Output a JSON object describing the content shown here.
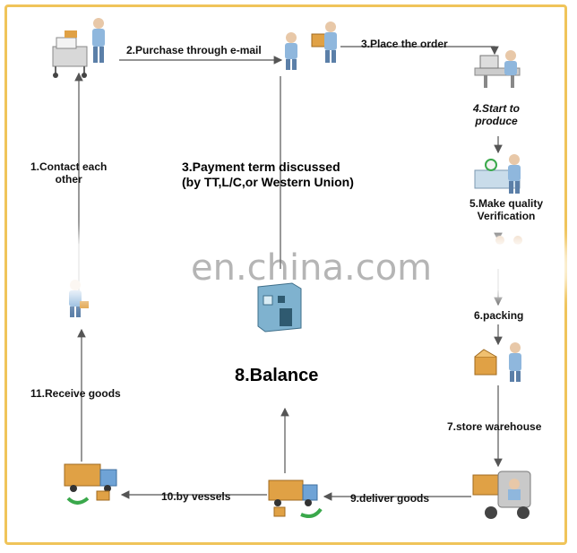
{
  "steps": {
    "s1": [
      "1.Contact each",
      "other"
    ],
    "s2": "2.Purchase through e-mail",
    "s3_order": "3.Place the order",
    "s3_payment": [
      "3.Payment term discussed",
      "(by TT,L/C,or Western Union)"
    ],
    "s4": [
      "4.Start to",
      "produce"
    ],
    "s5": [
      "5.Make quality",
      "Verification"
    ],
    "s6": "6.packing",
    "s7": "7.store warehouse",
    "s8": "8.Balance",
    "s9": "9.deliver goods",
    "s10": "10.by  vessels",
    "s11": "11.Receive goods"
  },
  "watermark": "en.china.com",
  "colors": {
    "border": "#f0c45a",
    "arrow": "#555555",
    "person_shirt": "#8fb7dd",
    "box": "#e0a145",
    "truck": "#6fa3d6",
    "cycle_arrow": "#3aa84b",
    "building": "#7fb2cf"
  },
  "icons": [
    "clerk-with-cart-icon",
    "person-with-computer-icon",
    "person-with-box-icon",
    "factory-worker-icon",
    "quality-inspector-icon",
    "packing-worker-icon",
    "warehouse-forklift-icon",
    "delivery-truck-icon",
    "vessel-truck-icon",
    "receiving-truck-icon",
    "receiving-person-icon",
    "bank-building-icon"
  ]
}
